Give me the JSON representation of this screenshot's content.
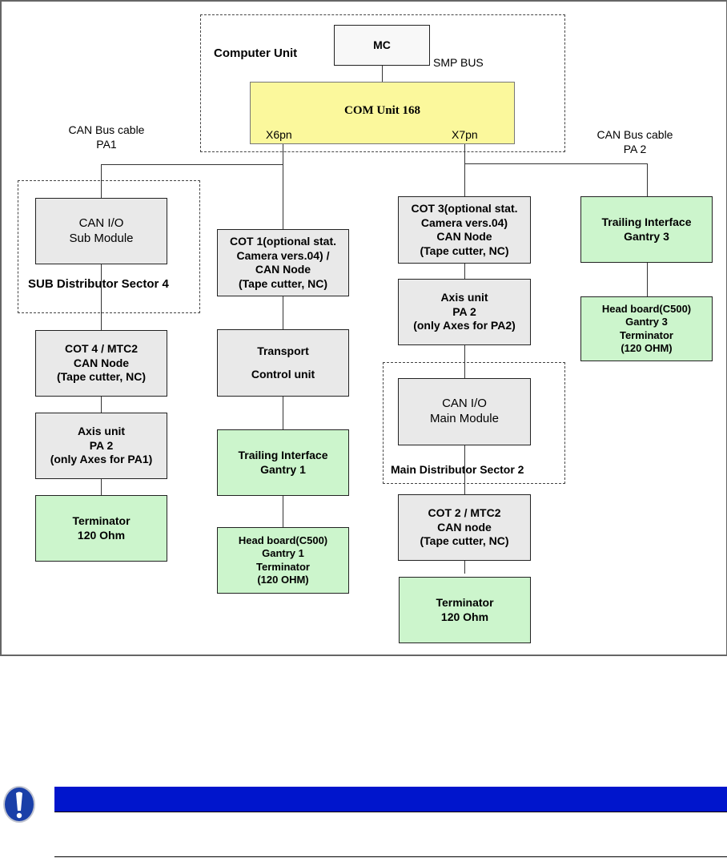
{
  "diagram": {
    "groups": {
      "computer_unit": "Computer Unit",
      "sub_distributor": "SUB Distributor Sector 4",
      "main_distributor": "Main Distributor Sector 2"
    },
    "labels": {
      "smp_bus": "SMP BUS",
      "x6pn": "X6pn",
      "x7pn": "X7pn",
      "can_bus_pa1_l1": "CAN Bus cable",
      "can_bus_pa1_l2": "PA1",
      "can_bus_pa2_l1": "CAN Bus cable",
      "can_bus_pa2_l2": "PA 2"
    },
    "nodes": {
      "mc": [
        "MC"
      ],
      "com_unit": [
        "COM Unit 168"
      ],
      "can_io_sub": [
        "CAN I/O",
        "Sub Module"
      ],
      "cot4": [
        "COT 4 / MTC2",
        "CAN Node",
        "(Tape cutter, NC)"
      ],
      "axis_pa1": [
        "Axis unit",
        "PA 2",
        "(only Axes for PA1)"
      ],
      "term_left": [
        "Terminator",
        "120 Ohm"
      ],
      "cot1": [
        "COT 1(optional stat.",
        "Camera vers.04) /",
        "CAN Node",
        "(Tape cutter, NC)"
      ],
      "transport": [
        "Transport",
        "Control unit"
      ],
      "trailing_g1": [
        "Trailing Interface",
        "Gantry  1"
      ],
      "headboard_g1": [
        "Head board(C500)",
        "Gantry  1",
        "Terminator",
        "(120 OHM)"
      ],
      "cot3": [
        "COT 3(optional stat.",
        "Camera vers.04)",
        "CAN Node",
        "(Tape cutter, NC)"
      ],
      "axis_pa2": [
        "Axis unit",
        "PA 2",
        "(only Axes for PA2)"
      ],
      "can_io_main": [
        "CAN I/O",
        "Main Module"
      ],
      "cot2": [
        "COT 2 / MTC2",
        "CAN node",
        "(Tape cutter, NC)"
      ],
      "term_mid": [
        "Terminator",
        "120 Ohm"
      ],
      "trailing_g3": [
        "Trailing  Interface",
        "Gantry 3"
      ],
      "headboard_g3": [
        "Head board(C500)",
        "Gantry  3",
        "Terminator",
        "(120 OHM)"
      ]
    }
  },
  "note": {
    "icon": "exclamation-icon",
    "bar_color": "#0015cc"
  },
  "colors": {
    "gray_box": "#e9e9e9",
    "green_box": "#ccf5cc",
    "yellow_box": "#fbf89c"
  }
}
